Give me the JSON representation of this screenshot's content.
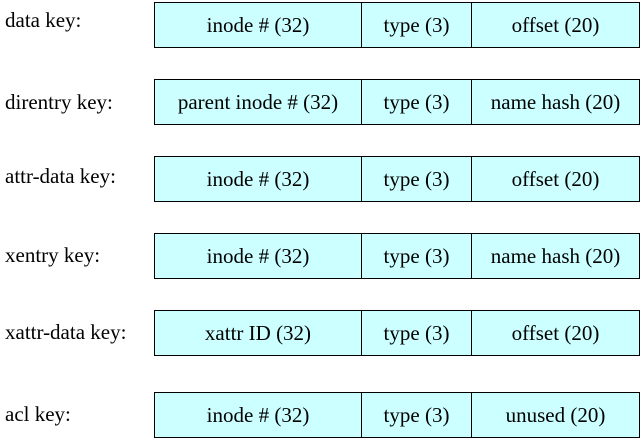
{
  "colors": {
    "field_fill": "#ccffff",
    "border": "#000000",
    "text": "#000000"
  },
  "keys": [
    {
      "label": "data key:",
      "fields": [
        "inode # (32)",
        "type (3)",
        "offset (20)"
      ]
    },
    {
      "label": "direntry key:",
      "fields": [
        "parent inode # (32)",
        "type (3)",
        "name hash (20)"
      ]
    },
    {
      "label": "attr-data key:",
      "fields": [
        "inode # (32)",
        "type (3)",
        "offset (20)"
      ]
    },
    {
      "label": "xentry key:",
      "fields": [
        "inode # (32)",
        "type (3)",
        "name hash (20)"
      ]
    },
    {
      "label": "xattr-data key:",
      "fields": [
        "xattr ID (32)",
        "type (3)",
        "offset (20)"
      ]
    },
    {
      "label": "acl key:",
      "fields": [
        "inode # (32)",
        "type (3)",
        "unused (20)"
      ]
    }
  ]
}
